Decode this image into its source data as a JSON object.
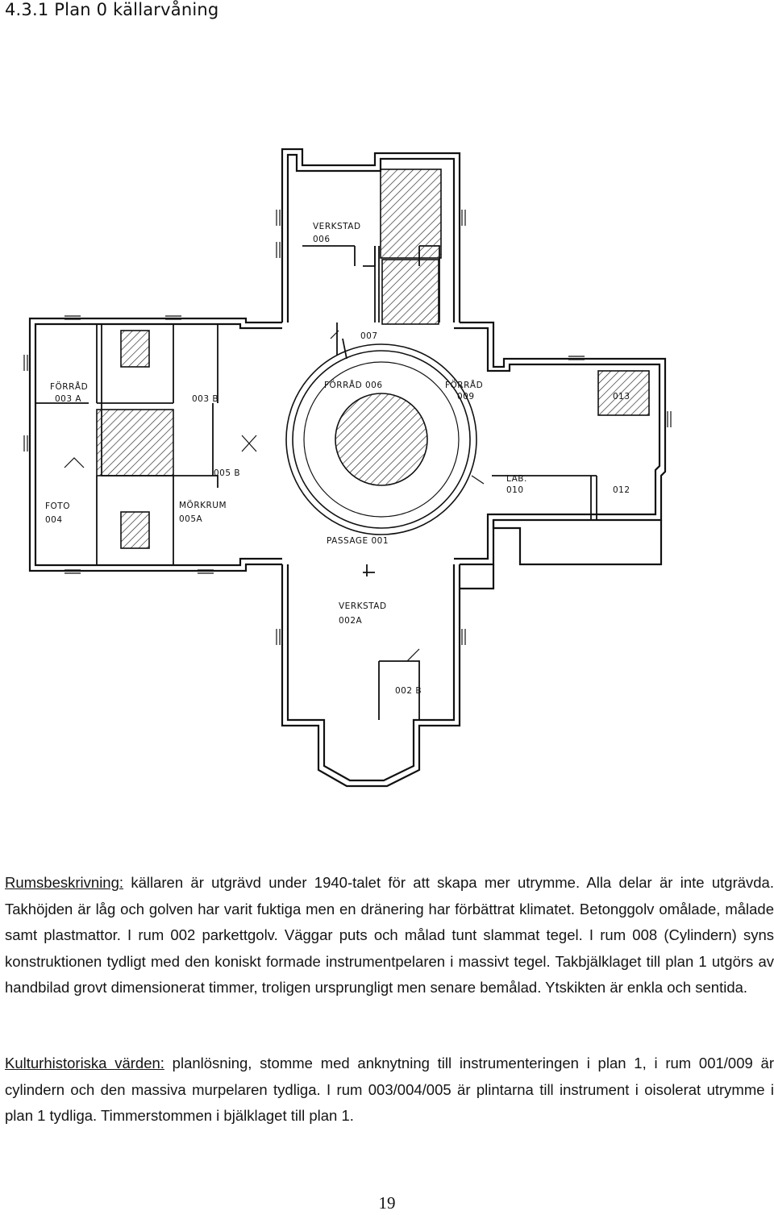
{
  "heading": "4.3.1 Plan 0 källarvåning",
  "plan_labels": {
    "verkstad_006": [
      "VERKSTAD",
      "006"
    ],
    "r007": "007",
    "forrad_006": "FÖRRÅD  006",
    "forrad_009": [
      "FÖRRÅD",
      "009"
    ],
    "r013": "013",
    "forrad_003a": [
      "FÖRRÅD",
      "003 A"
    ],
    "r003b": "003 B",
    "r005b": "005 B",
    "morkrum_005a": [
      "MÖRKRUM",
      "005A"
    ],
    "foto_004": [
      "FOTO",
      "004"
    ],
    "lab_010": [
      "LAB.",
      "010"
    ],
    "r012": "012",
    "passage_001": "PASSAGE   001",
    "verkstad_002a": [
      "VERKSTAD",
      "002A"
    ],
    "r002b": "002 B"
  },
  "paragraphs": [
    {
      "lead": "Rumsbeskrivning:",
      "text": " källaren är utgrävd under 1940-talet för att skapa mer utrymme. Alla delar är inte utgrävda. Takhöjden är låg och golven har varit fuktiga men en dränering har förbättrat klimatet. Betonggolv omålade, målade samt plastmattor. I rum 002 parkettgolv. Väggar puts och målad tunt slammat tegel. I rum 008 (Cylindern) syns konstruktionen tydligt med den koniskt formade instrumentpelaren i massivt tegel. Takbjälklaget till plan 1 utgörs av handbilad grovt dimensionerat timmer, troligen ursprungligt men senare bemålad. Ytskikten är enkla och sentida."
    },
    {
      "lead": "Kulturhistoriska värden:",
      "text": " planlösning, stomme med anknytning till instrumenteringen i plan 1, i rum 001/009 är cylindern och den massiva murpelaren tydliga. I rum 003/004/005 är plintarna till instrument i oisolerat utrymme i plan 1 tydliga. Timmerstommen i bjälklaget till plan 1."
    }
  ],
  "page_number": "19"
}
